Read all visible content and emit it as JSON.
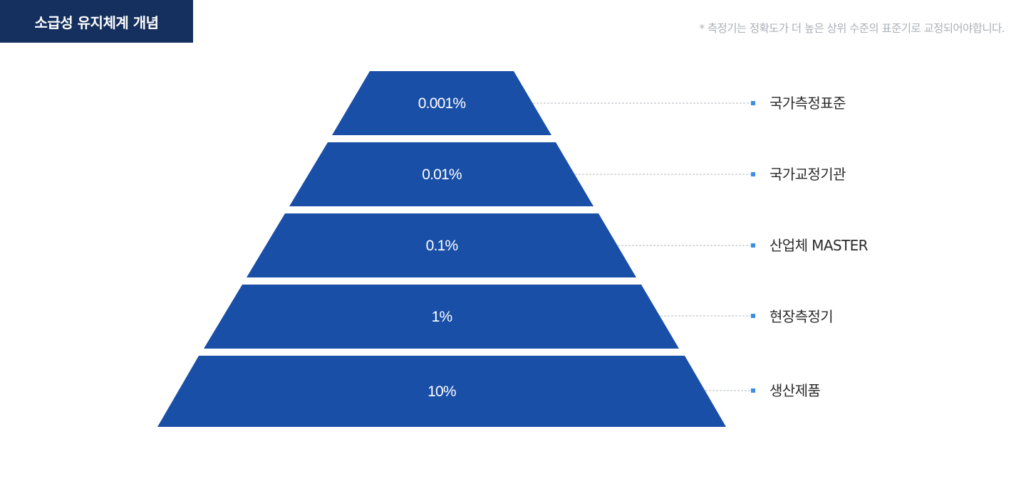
{
  "header": {
    "title": "소급성 유지체계 개념",
    "note": "* 측정기는 정확도가 더 높은 상위 수준의 표준기로 교정되어야합니다."
  },
  "colors": {
    "title_bg": "#15305e",
    "tier_fill": "#1a4fa7",
    "bullet": "#3d8fe3",
    "leader_line": "#b3b8bf",
    "note_text": "#aab0b8"
  },
  "pyramid": {
    "tiers": [
      {
        "value": "0.001%",
        "label": "국가측정표준"
      },
      {
        "value": "0.01%",
        "label": "국가교정기관"
      },
      {
        "value": "0.1%",
        "label": "산업체 MASTER"
      },
      {
        "value": "1%",
        "label": "현장측정기"
      },
      {
        "value": "10%",
        "label": "생산제품"
      }
    ]
  }
}
